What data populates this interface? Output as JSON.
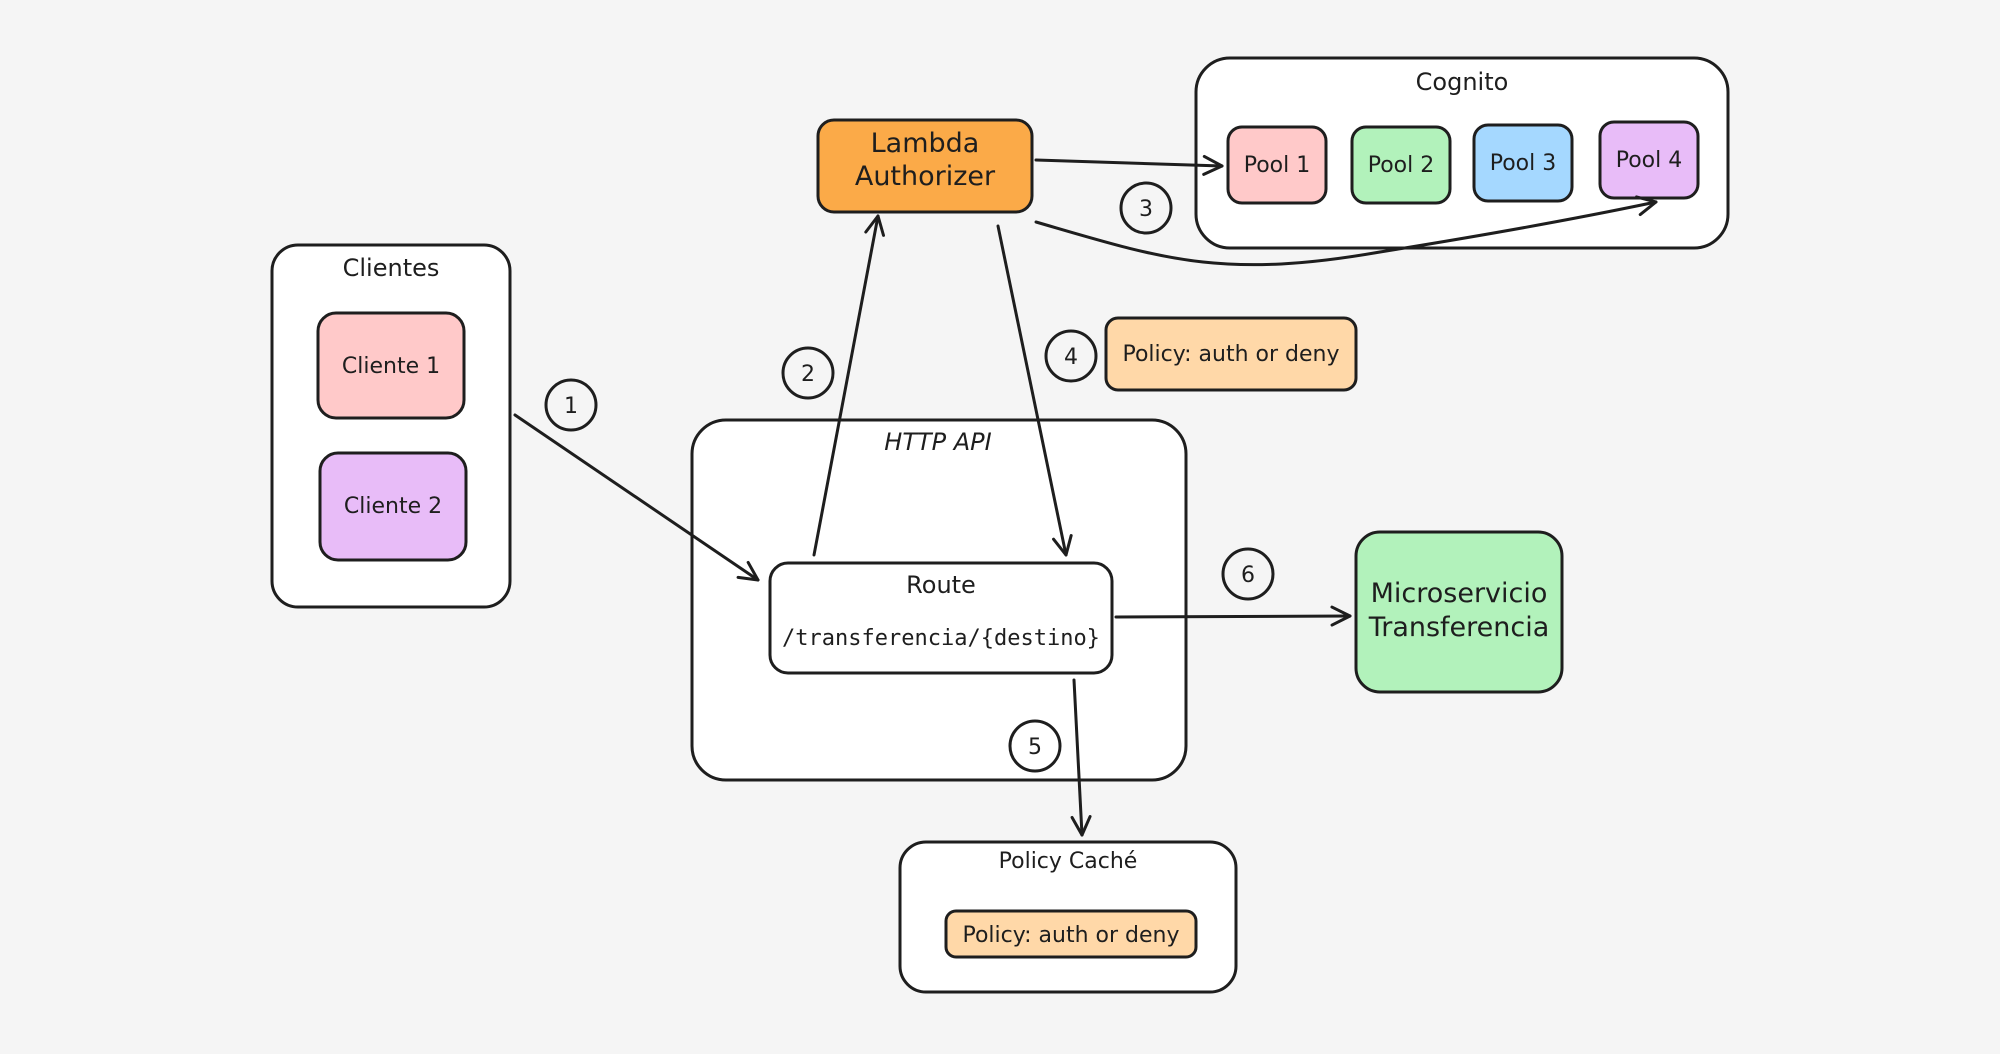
{
  "colors": {
    "background": "#f5f5f5",
    "stroke": "#1e1e1e",
    "pink": "#ffc9c9",
    "purple": "#e8bcf8",
    "green": "#b2f2bb",
    "blue": "#a5d8ff",
    "orange": "#fbaa48",
    "peach": "#ffd8a8",
    "white": "#ffffff"
  },
  "clientes": {
    "title": "Clientes",
    "items": [
      "Cliente 1",
      "Cliente 2"
    ]
  },
  "lambda": {
    "line1": "Lambda",
    "line2": "Authorizer"
  },
  "cognito": {
    "title": "Cognito",
    "pools": [
      "Pool 1",
      "Pool 2",
      "Pool 3",
      "Pool 4"
    ]
  },
  "http_api": {
    "title": "HTTP API",
    "route_title": "Route",
    "route_path": "/transferencia/{destino}"
  },
  "policy_note": "Policy: auth or deny",
  "microservicio": {
    "line1": "Microservicio",
    "line2": "Transferencia"
  },
  "cache": {
    "title": "Policy Caché",
    "policy": "Policy: auth or deny"
  },
  "steps": [
    "1",
    "2",
    "3",
    "4",
    "5",
    "6"
  ]
}
